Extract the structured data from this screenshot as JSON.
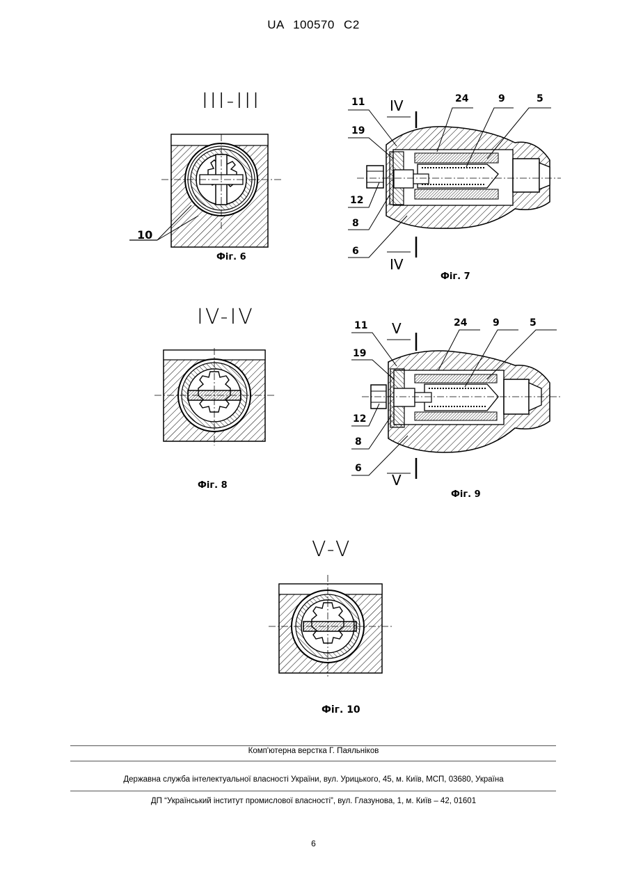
{
  "header": {
    "doc_number": "UA   100570   C2"
  },
  "figures": {
    "fig6": {
      "section_title": "III-III",
      "caption": "Фіг. 6",
      "callouts": [
        "10"
      ]
    },
    "fig7": {
      "section_marks": [
        "IV",
        "IV"
      ],
      "caption": "Фіг. 7",
      "callouts": [
        "11",
        "24",
        "9",
        "5",
        "19",
        "12",
        "8",
        "6"
      ]
    },
    "fig8": {
      "section_title": "IV-IV",
      "caption": "Фіг. 8"
    },
    "fig9": {
      "section_marks": [
        "V",
        "V"
      ],
      "caption": "Фіг. 9",
      "callouts": [
        "11",
        "24",
        "9",
        "5",
        "19",
        "12",
        "8",
        "6"
      ]
    },
    "fig10": {
      "section_title": "V-V",
      "caption": "Фіг. 10"
    }
  },
  "footer": {
    "layout_credit": "Комп'ютерна верстка Г. Паяльніков",
    "agency": "Державна служба інтелектуальної власності України, вул. Урицького, 45, м. Київ, МСП, 03680, Україна",
    "institute": "ДП “Український інститут промислової власності”, вул. Глазунова, 1, м. Київ – 42, 01601",
    "page_number": "6"
  }
}
